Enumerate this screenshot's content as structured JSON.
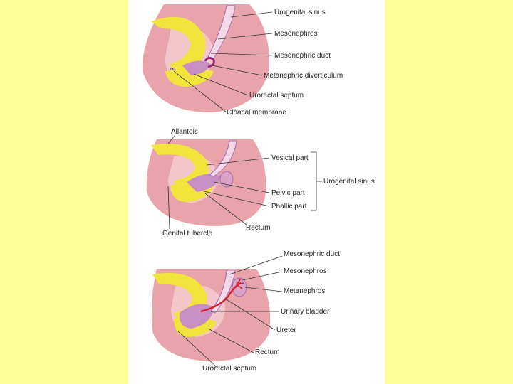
{
  "colors": {
    "page_background": "#ffff99",
    "figure_background": "#ffffff",
    "tissue_pink": "#e9a3ab",
    "tissue_light": "#f3c6cb",
    "yellow_tissue": "#f1e43a",
    "duct_purple": "#c98fc4",
    "ureter_red": "#d1202f",
    "leader_line": "#333333"
  },
  "panel_top": {
    "labels": {
      "urogenital_sinus": "Urogenital sinus",
      "mesonephros": "Mesonephros",
      "mesonephric_duct": "Mesonephric duct",
      "metanephric_diverticulum": "Metanephric diverticulum",
      "urorectal_septum": "Urorectal septum",
      "cloacal_membrane": "Cloacal membrane"
    }
  },
  "panel_middle": {
    "labels": {
      "allantois": "Allantois",
      "vesical_part": "Vesical part",
      "urogenital_sinus": "Urogenital sinus",
      "pelvic_part": "Pelvic part",
      "phallic_part": "Phallic part",
      "rectum": "Rectum",
      "genital_tubercle": "Genital tubercle"
    }
  },
  "panel_bottom": {
    "labels": {
      "mesonephric_duct": "Mesonephric duct",
      "mesonephros": "Mesonephros",
      "metanephros": "Metanephros",
      "urinary_bladder": "Urinary bladder",
      "ureter": "Ureter",
      "rectum": "Rectum",
      "urorectal_septum": "Urorectal septum"
    }
  }
}
